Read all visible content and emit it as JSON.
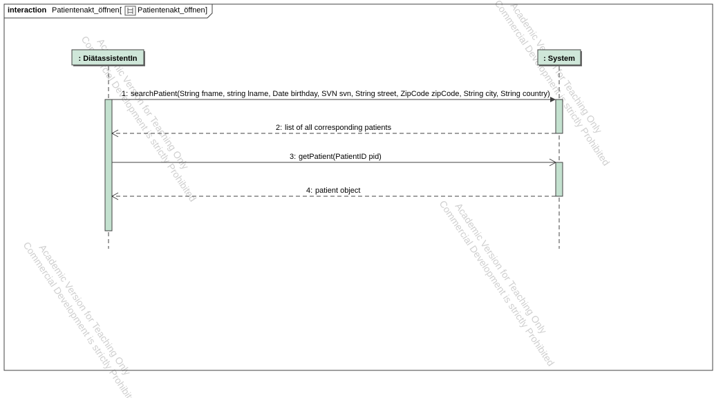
{
  "frame": {
    "keyword": "interaction",
    "name": "Patientenakt_öffnen",
    "ref_open": "[",
    "ref_name": "Patientenakt_öffnen",
    "ref_close": "]",
    "ref_icon": "interaction-diagram-icon"
  },
  "lifelines": [
    {
      "label": ": DiätassistentIn"
    },
    {
      "label": ": System"
    }
  ],
  "messages": [
    {
      "number": "1:",
      "text": "searchPatient(String fname, string lname, Date birthday, SVN svn, String street, ZipCode zipCode, String city, String country)",
      "kind": "synchronous-call",
      "from": 0,
      "to": 1
    },
    {
      "number": "2:",
      "text": "list of all corresponding patients",
      "kind": "reply",
      "from": 1,
      "to": 0
    },
    {
      "number": "3:",
      "text": "getPatient(PatientID pid)",
      "kind": "asynchronous-call",
      "from": 0,
      "to": 1
    },
    {
      "number": "4:",
      "text": "patient object",
      "kind": "reply",
      "from": 1,
      "to": 0
    }
  ],
  "watermark": {
    "line1": "Academic Version for Teaching Only",
    "line2": "Commercial Development is strictly Prohibited"
  },
  "colors": {
    "lifeline_fill": "#cfe7d9",
    "activation_fill": "#c3e1cf",
    "line": "#404040",
    "watermark": "#c8c8c8"
  }
}
